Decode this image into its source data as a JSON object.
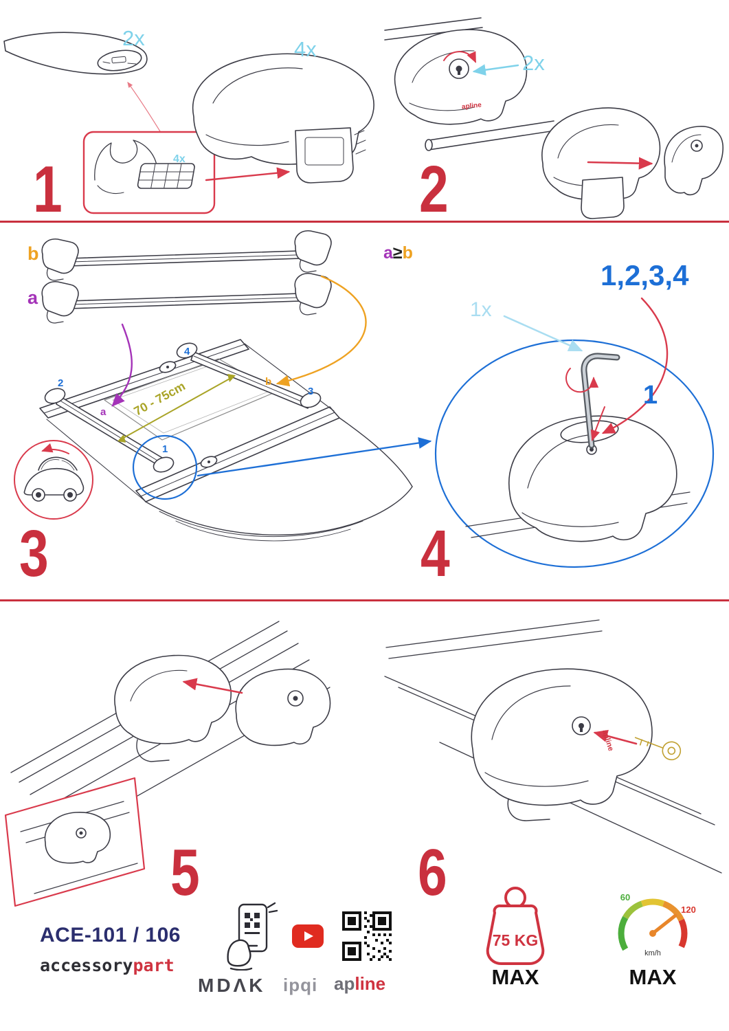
{
  "colors": {
    "accent_red": "#c9303e",
    "cyan": "#7fd2ea",
    "orange": "#eea222",
    "purple": "#a433b8",
    "blue": "#1d6fd6",
    "olive": "#a9a427",
    "navy": "#2b2e6e",
    "line_art": "#3c3c46"
  },
  "step1": {
    "number": "1",
    "bar_qty": "2x",
    "foot_qty": "4x",
    "pad_qty": "4x"
  },
  "step2": {
    "number": "2",
    "lock_qty": "2x",
    "clamp_logo": "apline"
  },
  "step3": {
    "number": "3",
    "bar_b_label": "b",
    "bar_a_label": "a",
    "measure": "70 - 75cm",
    "positions": {
      "front_left": "2",
      "rear_left": "4",
      "rear_bar": "b",
      "rear_right": "3",
      "front_bar": "a",
      "front_right": "1"
    }
  },
  "step4": {
    "number": "4",
    "relation_a": "a",
    "relation_ge": "≥",
    "relation_b": "b",
    "sequence": "1,2,3,4",
    "tool_qty": "1x",
    "foot_ref": "1"
  },
  "step5": {
    "number": "5"
  },
  "step6": {
    "number": "6",
    "clamp_logo": "apline"
  },
  "footer": {
    "model": "ACE-101 / 106",
    "brand_black": "accessory",
    "brand_red": "part",
    "logo_mdak": "MDΛK",
    "logo_ipqi": "ipqi",
    "logo_apline_gray": "ap",
    "logo_apline_red": "line",
    "weight_value": "75 KG",
    "weight_max": "MAX",
    "speed_low": "60",
    "speed_high": "120",
    "speed_unit": "km/h",
    "speed_max": "MAX"
  }
}
